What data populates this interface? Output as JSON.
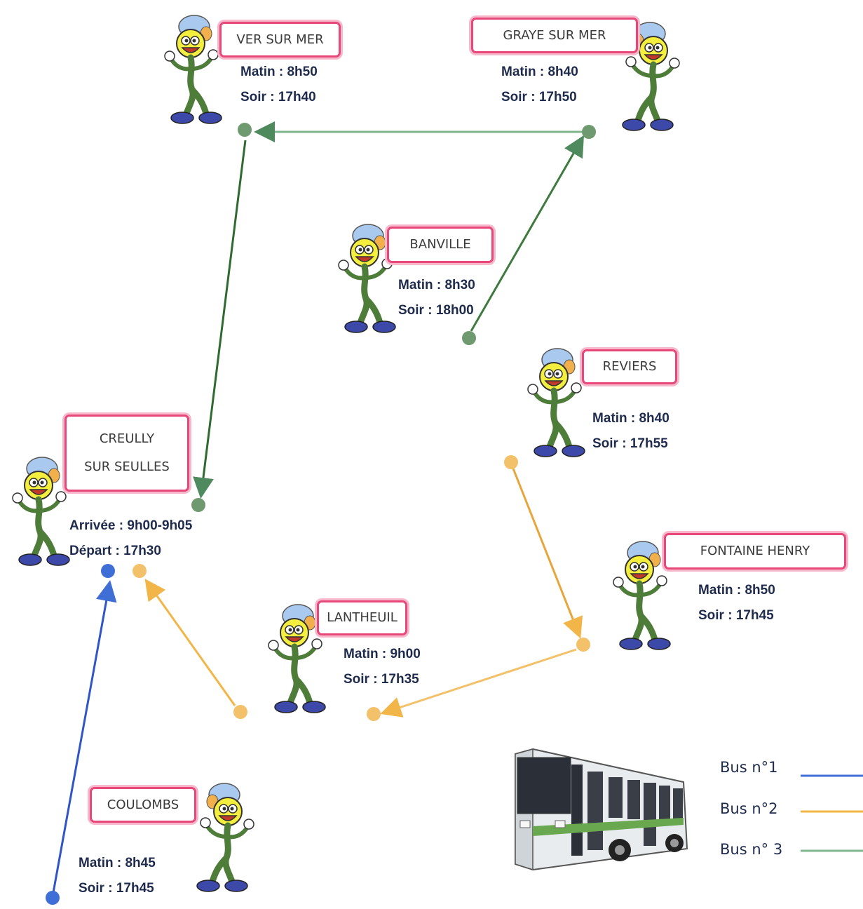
{
  "stops": {
    "ver_sur_mer": {
      "name": "VER SUR MER",
      "line1": "Matin : 8h50",
      "line2": "Soir : 17h40"
    },
    "graye_sur_mer": {
      "name": "GRAYE SUR MER",
      "line1": "Matin : 8h40",
      "line2": "Soir : 17h50"
    },
    "banville": {
      "name": "BANVILLE",
      "line1": "Matin : 8h30",
      "line2": "Soir : 18h00"
    },
    "reviers": {
      "name": "REVIERS",
      "line1": "Matin : 8h40",
      "line2": "Soir : 17h55"
    },
    "creully": {
      "name1": "CREULLY",
      "name2": "SUR SEULLES",
      "line1": "Arrivée : 9h00-9h05",
      "line2": "Départ : 17h30"
    },
    "fontaine_henry": {
      "name": "FONTAINE HENRY",
      "line1": "Matin : 8h50",
      "line2": "Soir : 17h45"
    },
    "lantheuil": {
      "name": "LANTHEUIL",
      "line1": "Matin : 9h00",
      "line2": "Soir : 17h35"
    },
    "coulombs": {
      "name": "COULOMBS",
      "line1": "Matin : 8h45",
      "line2": "Soir : 17h45"
    }
  },
  "legend": {
    "bus1": "Bus n°1",
    "bus2": "Bus n°2",
    "bus3": "Bus n° 3"
  },
  "colors": {
    "bus1": "#3f6fd6",
    "bus2": "#f2b547",
    "bus3": "#5e9a6e",
    "sign_border": "#e8477a"
  }
}
